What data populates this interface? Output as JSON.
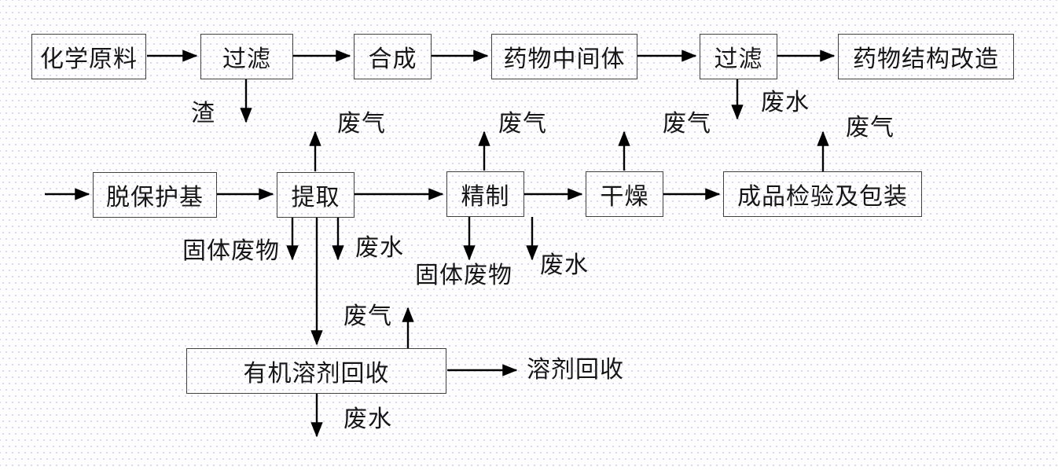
{
  "diagram": {
    "type": "process-flowchart",
    "colors": {
      "line": "#000000",
      "box_border": "#404040",
      "text": "#161616",
      "background": "#ffffff",
      "background_dot": "#dcd8f2"
    },
    "boxes": [
      {
        "id": "chemical-raw-material",
        "label": "化学原料"
      },
      {
        "id": "filter-1",
        "label": "过滤"
      },
      {
        "id": "synthesis",
        "label": "合成"
      },
      {
        "id": "drug-intermediate",
        "label": "药物中间体"
      },
      {
        "id": "filter-2",
        "label": "过滤"
      },
      {
        "id": "drug-structure-modification",
        "label": "药物结构改造"
      },
      {
        "id": "deprotection",
        "label": "脱保护基"
      },
      {
        "id": "extraction",
        "label": "提取"
      },
      {
        "id": "refining",
        "label": "精制"
      },
      {
        "id": "drying",
        "label": "干燥"
      },
      {
        "id": "product-inspection-packaging",
        "label": "成品检验及包装"
      },
      {
        "id": "organic-solvent-recovery",
        "label": "有机溶剂回收"
      }
    ],
    "stream_labels": [
      {
        "id": "slag-from-filter-1",
        "text": "渣"
      },
      {
        "id": "wastewater-from-filter-2",
        "text": "废水"
      },
      {
        "id": "waste-gas-from-extraction",
        "text": "废气"
      },
      {
        "id": "waste-gas-from-refining",
        "text": "废气"
      },
      {
        "id": "waste-gas-from-drying",
        "text": "废气"
      },
      {
        "id": "waste-gas-from-packaging",
        "text": "废气"
      },
      {
        "id": "solid-waste-from-extraction",
        "text": "固体废物"
      },
      {
        "id": "wastewater-from-extraction",
        "text": "废水"
      },
      {
        "id": "solid-waste-from-refining",
        "text": "固体废物"
      },
      {
        "id": "wastewater-from-refining",
        "text": "废水"
      },
      {
        "id": "waste-gas-from-recovery",
        "text": "废气"
      },
      {
        "id": "solvent-recovery-output",
        "text": "溶剂回收"
      },
      {
        "id": "wastewater-from-recovery",
        "text": "废水"
      }
    ]
  }
}
